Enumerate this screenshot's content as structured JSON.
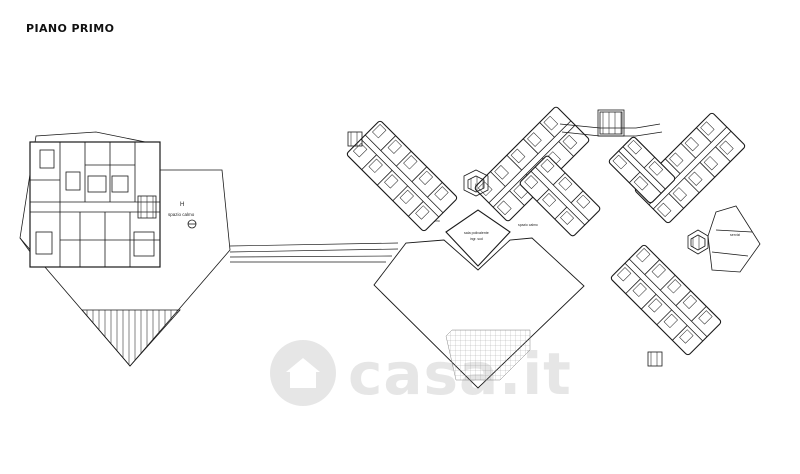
{
  "page_title": "PIANO PRIMO",
  "labels": {
    "left_block_letter": "H",
    "left_block_caption": "spazio calmo",
    "center_label_main": "sala polivalente",
    "center_label_sub": "ingr. sud",
    "center_label_left": "spazio calmo",
    "center_label_right": "spazio calmo",
    "right_label": "servizi",
    "small_mark": "H"
  },
  "watermark": {
    "text": "casa.it",
    "color": "#6a6a6a"
  },
  "colors": {
    "line": "#1a1a1a",
    "background": "#ffffff",
    "watermark": "#6a6a6a"
  }
}
